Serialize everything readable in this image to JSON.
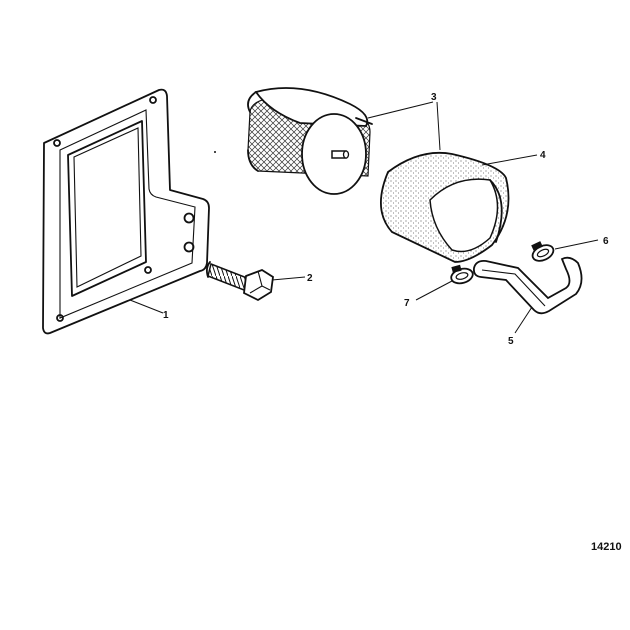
{
  "callouts": {
    "c1": "1",
    "c2": "2",
    "c3": "3",
    "c4": "4",
    "c5": "5",
    "c6": "6",
    "c7": "7"
  },
  "figure_number": "14210",
  "colors": {
    "ink": "#111111",
    "background": "#ffffff"
  }
}
